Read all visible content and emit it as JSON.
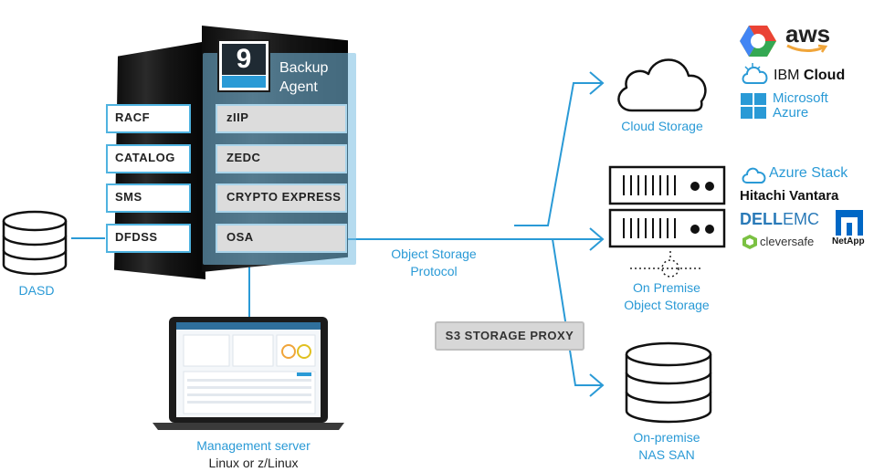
{
  "agent": {
    "logo_digit": "9",
    "label_line1": "Backup",
    "label_line2": "Agent"
  },
  "left_modules": [
    "RACF",
    "CATALOG",
    "SMS",
    "DFDSS"
  ],
  "right_modules": [
    "zIIP",
    "ZEDC",
    "CRYPTO EXPRESS",
    "OSA"
  ],
  "dasd_label": "DASD",
  "protocol": {
    "line1": "Object Storage",
    "line2": "Protocol"
  },
  "proxy_label": "S3 STORAGE PROXY",
  "management": {
    "line1": "Management server",
    "line2": "Linux or z/Linux"
  },
  "targets": {
    "cloud": "Cloud Storage",
    "object_line1": "On Premise",
    "object_line2": "Object Storage",
    "nas_line1": "On-premise",
    "nas_line2": "NAS SAN"
  },
  "vendors": {
    "aws": "aws",
    "ibm_prefix": "IBM",
    "ibm_suffix": "Cloud",
    "ms_line1": "Microsoft",
    "ms_line2": "Azure",
    "azure_stack": "Azure Stack",
    "hitachi": "Hitachi Vantara",
    "dell": "DELL",
    "emc": "EMC",
    "cleversafe": "cleversafe",
    "netapp": "NetApp"
  },
  "colors": {
    "accent_blue": "#2a9ad6",
    "module_border": "#4fb3e0",
    "dark_text": "#222222"
  }
}
